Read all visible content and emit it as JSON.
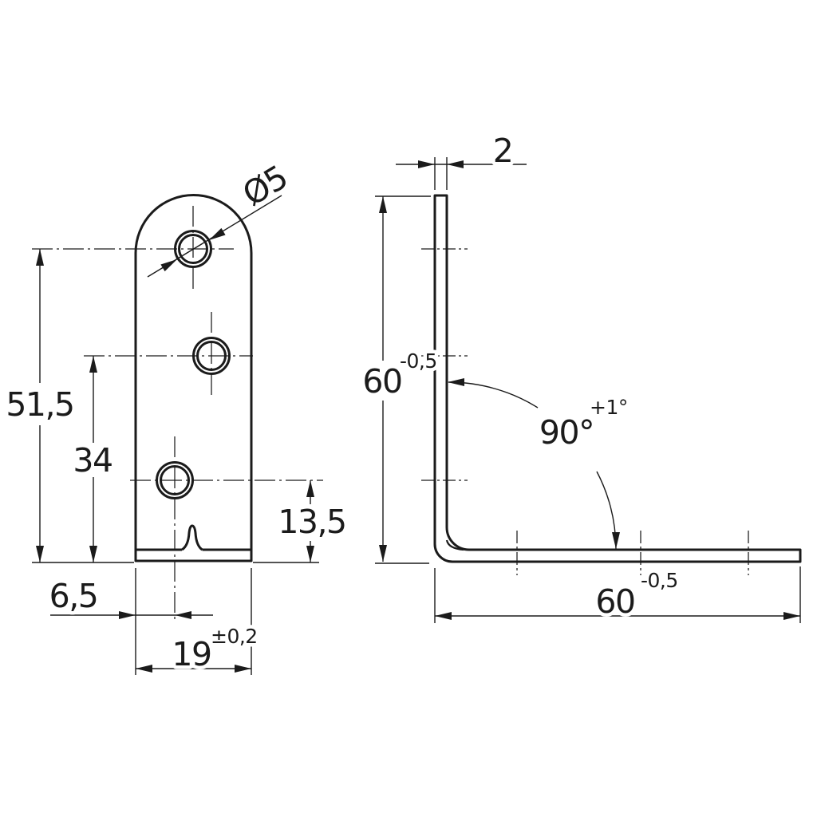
{
  "drawing": {
    "background": "#ffffff",
    "line_color": "#1b1b1b",
    "front_view": {
      "name": "front view",
      "labels": {
        "hole_diameter": "Ø5",
        "top_hole_height": "51,5",
        "middle_hole_height": "34",
        "bottom_hole_height": "13,5",
        "hole_edge_offset": "6,5",
        "width": "19",
        "width_tolerance": "±0,2"
      }
    },
    "side_view": {
      "name": "side view",
      "labels": {
        "thickness": "2",
        "vertical_leg_length": "60",
        "vertical_leg_tolerance": "-0,5",
        "bend_angle": "90°",
        "bend_angle_tolerance": "+1°",
        "horizontal_leg_length": "60",
        "horizontal_leg_tolerance": "-0,5"
      }
    }
  }
}
